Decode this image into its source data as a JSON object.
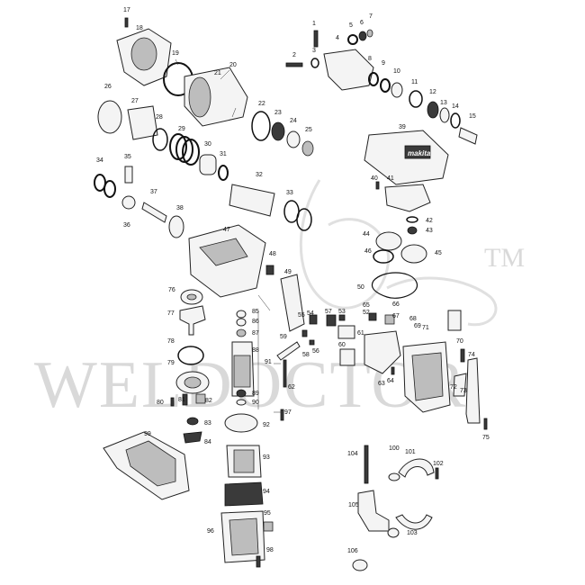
{
  "watermark": {
    "brand": "WELDOCTOR",
    "trademark": "TM"
  },
  "labels": [
    {
      "id": "17",
      "t": "17"
    },
    {
      "id": "18",
      "t": "18"
    },
    {
      "id": "19",
      "t": "19"
    },
    {
      "id": "20",
      "t": "20"
    },
    {
      "id": "21",
      "t": "21"
    },
    {
      "id": "22",
      "t": "22"
    },
    {
      "id": "23",
      "t": "23"
    },
    {
      "id": "24",
      "t": "24"
    },
    {
      "id": "25",
      "t": "25"
    },
    {
      "id": "26",
      "t": "26"
    },
    {
      "id": "27",
      "t": "27"
    },
    {
      "id": "28",
      "t": "28"
    },
    {
      "id": "29",
      "t": "29"
    },
    {
      "id": "30",
      "t": "30"
    },
    {
      "id": "31",
      "t": "31"
    },
    {
      "id": "32",
      "t": "32"
    },
    {
      "id": "33",
      "t": "33"
    },
    {
      "id": "34",
      "t": "34"
    },
    {
      "id": "35",
      "t": "35"
    },
    {
      "id": "36",
      "t": "36"
    },
    {
      "id": "37",
      "t": "37"
    },
    {
      "id": "38",
      "t": "38"
    },
    {
      "id": "1",
      "t": "1"
    },
    {
      "id": "2",
      "t": "2"
    },
    {
      "id": "3",
      "t": "3"
    },
    {
      "id": "4",
      "t": "4"
    },
    {
      "id": "5",
      "t": "5"
    },
    {
      "id": "6",
      "t": "6"
    },
    {
      "id": "7",
      "t": "7"
    },
    {
      "id": "8",
      "t": "8"
    },
    {
      "id": "9",
      "t": "9"
    },
    {
      "id": "10",
      "t": "10"
    },
    {
      "id": "11",
      "t": "11"
    },
    {
      "id": "12",
      "t": "12"
    },
    {
      "id": "13",
      "t": "13"
    },
    {
      "id": "14",
      "t": "14"
    },
    {
      "id": "15",
      "t": "15"
    },
    {
      "id": "39",
      "t": "39"
    },
    {
      "id": "40",
      "t": "40"
    },
    {
      "id": "41",
      "t": "41"
    },
    {
      "id": "42",
      "t": "42"
    },
    {
      "id": "43",
      "t": "43"
    },
    {
      "id": "44",
      "t": "44"
    },
    {
      "id": "45",
      "t": "45"
    },
    {
      "id": "46",
      "t": "46"
    },
    {
      "id": "47",
      "t": "47"
    },
    {
      "id": "48",
      "t": "48"
    },
    {
      "id": "49",
      "t": "49"
    },
    {
      "id": "50",
      "t": "50"
    },
    {
      "id": "52",
      "t": "52"
    },
    {
      "id": "53",
      "t": "53"
    },
    {
      "id": "54",
      "t": "54"
    },
    {
      "id": "55",
      "t": "55"
    },
    {
      "id": "56",
      "t": "56"
    },
    {
      "id": "57",
      "t": "57"
    },
    {
      "id": "58",
      "t": "58"
    },
    {
      "id": "59",
      "t": "59"
    },
    {
      "id": "60",
      "t": "60"
    },
    {
      "id": "61",
      "t": "61"
    },
    {
      "id": "62",
      "t": "62"
    },
    {
      "id": "63",
      "t": "63"
    },
    {
      "id": "64",
      "t": "64"
    },
    {
      "id": "65",
      "t": "65"
    },
    {
      "id": "66",
      "t": "66"
    },
    {
      "id": "67",
      "t": "67"
    },
    {
      "id": "68",
      "t": "68"
    },
    {
      "id": "69",
      "t": "69"
    },
    {
      "id": "70",
      "t": "70"
    },
    {
      "id": "71",
      "t": "71"
    },
    {
      "id": "72",
      "t": "72"
    },
    {
      "id": "73",
      "t": "73"
    },
    {
      "id": "74",
      "t": "74"
    },
    {
      "id": "75",
      "t": "75"
    },
    {
      "id": "76",
      "t": "76"
    },
    {
      "id": "77",
      "t": "77"
    },
    {
      "id": "78",
      "t": "78"
    },
    {
      "id": "79",
      "t": "79"
    },
    {
      "id": "80",
      "t": "80"
    },
    {
      "id": "81",
      "t": "81"
    },
    {
      "id": "82",
      "t": "82"
    },
    {
      "id": "83",
      "t": "83"
    },
    {
      "id": "84",
      "t": "84"
    },
    {
      "id": "85",
      "t": "85"
    },
    {
      "id": "86",
      "t": "86"
    },
    {
      "id": "87",
      "t": "87"
    },
    {
      "id": "88",
      "t": "88"
    },
    {
      "id": "89",
      "t": "89"
    },
    {
      "id": "90",
      "t": "90"
    },
    {
      "id": "91",
      "t": "91"
    },
    {
      "id": "92",
      "t": "92"
    },
    {
      "id": "93",
      "t": "93"
    },
    {
      "id": "94",
      "t": "94"
    },
    {
      "id": "95",
      "t": "95"
    },
    {
      "id": "96",
      "t": "96"
    },
    {
      "id": "97",
      "t": "97"
    },
    {
      "id": "98",
      "t": "98"
    },
    {
      "id": "99",
      "t": "99"
    },
    {
      "id": "100",
      "t": "100"
    },
    {
      "id": "101",
      "t": "101"
    },
    {
      "id": "102",
      "t": "102"
    },
    {
      "id": "103",
      "t": "103"
    },
    {
      "id": "104",
      "t": "104"
    },
    {
      "id": "105",
      "t": "105"
    },
    {
      "id": "106",
      "t": "106"
    }
  ],
  "cover_logo": "makita",
  "colors": {
    "ink": "#111111",
    "watermark": "#d9d9d9",
    "background": "#ffffff"
  }
}
